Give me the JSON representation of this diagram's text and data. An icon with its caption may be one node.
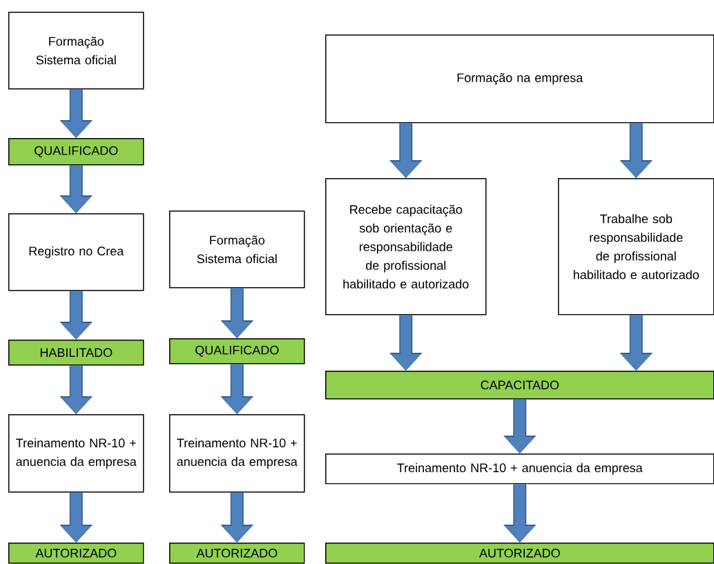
{
  "diagram": {
    "nodes": [
      {
        "text": [
          "Formação Sistema oficial"
        ]
      },
      {
        "text": [
          "QUALIFICADO"
        ]
      },
      {
        "text": [
          "Registro no Crea"
        ]
      },
      {
        "text": [
          "HABILITADO"
        ]
      },
      {
        "text": [
          "Treinamento NR-10 + anuencia da empresa"
        ]
      },
      {
        "text": [
          "AUTORIZADO"
        ]
      },
      {
        "text": [
          "Formação Sistema oficial"
        ]
      },
      {
        "text": [
          "QUALIFICADO"
        ]
      },
      {
        "text": [
          "Treinamento NR-10 + anuencia da empresa"
        ]
      },
      {
        "text": [
          "AUTORIZADO"
        ]
      },
      {
        "text": [
          "Formação na empresa"
        ]
      },
      {
        "text": [
          "Recebe capacitação sob orientação e responsabilidade de profissional habilitado e autorizado"
        ]
      },
      {
        "text": [
          "Trabalhe sob responsabilidade de profissional habilitado e autorizado"
        ]
      },
      {
        "text": [
          "CAPACITADO"
        ]
      },
      {
        "text": [
          "Treinamento NR-10 + anuencia da empresa"
        ]
      },
      {
        "text": [
          "AUTORIZADO"
        ]
      }
    ],
    "edges": [
      {
        "from": 0,
        "to": 1,
        "arrow": "to"
      },
      {
        "from": 1,
        "to": 2,
        "arrow": "to"
      },
      {
        "from": 2,
        "to": 3,
        "arrow": "to"
      },
      {
        "from": 3,
        "to": 4,
        "arrow": "to"
      },
      {
        "from": 4,
        "to": 5,
        "arrow": "to"
      },
      {
        "from": 6,
        "to": 7,
        "arrow": "to"
      },
      {
        "from": 7,
        "to": 8,
        "arrow": "to"
      },
      {
        "from": 8,
        "to": 9,
        "arrow": "to"
      },
      {
        "from": 10,
        "to": 11,
        "arrow": "to"
      },
      {
        "from": 10,
        "to": 12,
        "arrow": "to"
      },
      {
        "from": 11,
        "to": 13,
        "arrow": "to"
      },
      {
        "from": 12,
        "to": 13,
        "arrow": "to"
      },
      {
        "from": 13,
        "to": 14,
        "arrow": "to"
      },
      {
        "from": 14,
        "to": 15,
        "arrow": "to"
      }
    ]
  }
}
